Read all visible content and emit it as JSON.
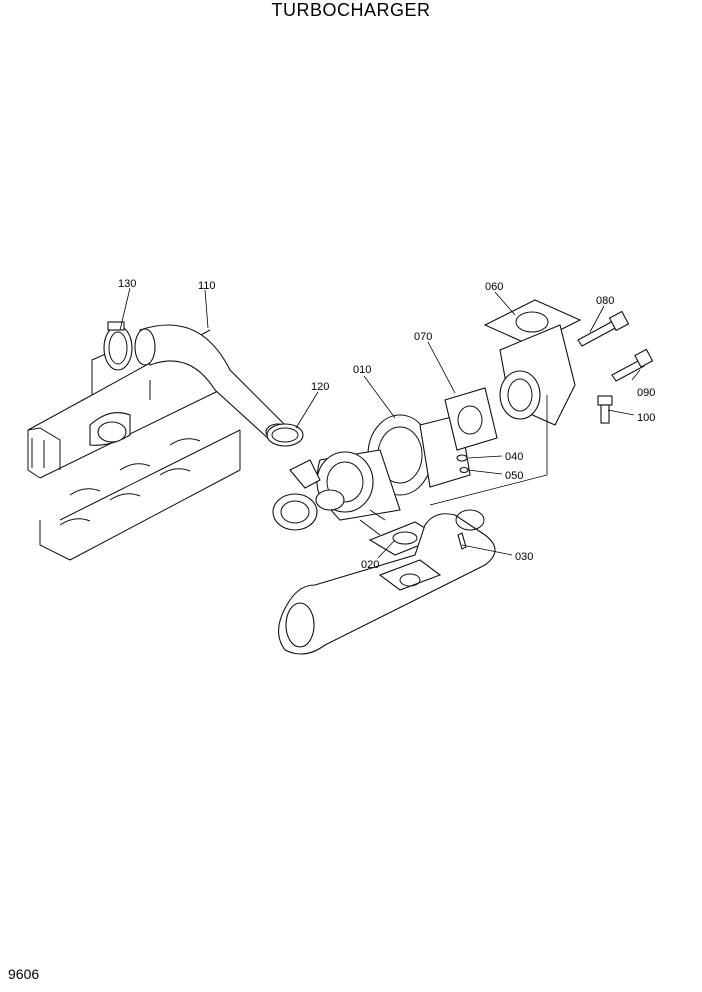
{
  "title": "TURBOCHARGER",
  "page_number": "9606",
  "callouts": {
    "p010": "010",
    "p020": "020",
    "p030": "030",
    "p040": "040",
    "p050": "050",
    "p060": "060",
    "p070": "070",
    "p080": "080",
    "p090": "090",
    "p100": "100",
    "p110": "110",
    "p120": "120",
    "p130": "130"
  }
}
